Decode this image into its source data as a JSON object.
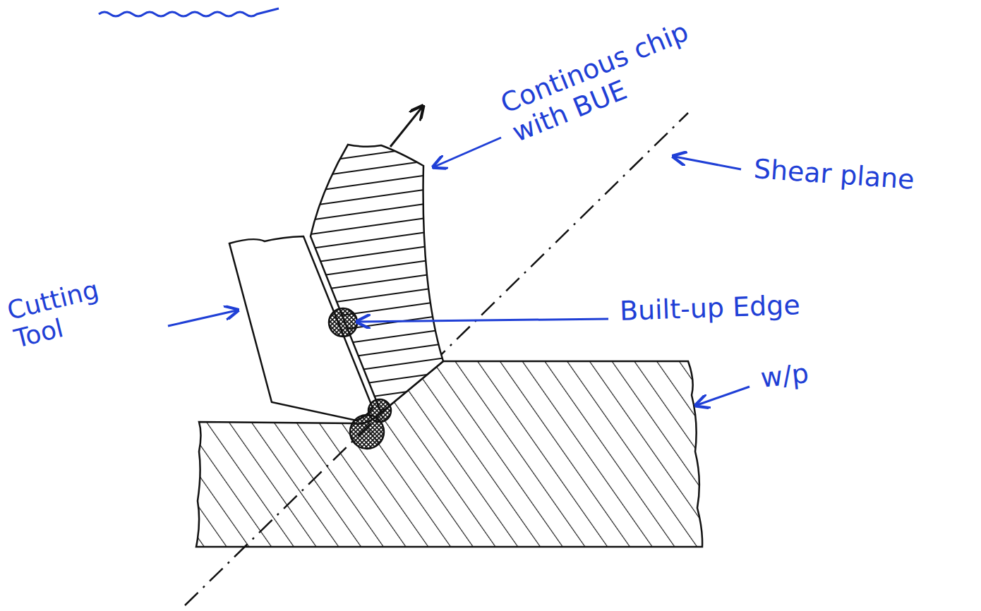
{
  "diagram": {
    "labels": [
      "Continous chip with BUE",
      "Shear plane",
      "Built-up Edge",
      "Cutting Tool",
      "w/p"
    ]
  }
}
